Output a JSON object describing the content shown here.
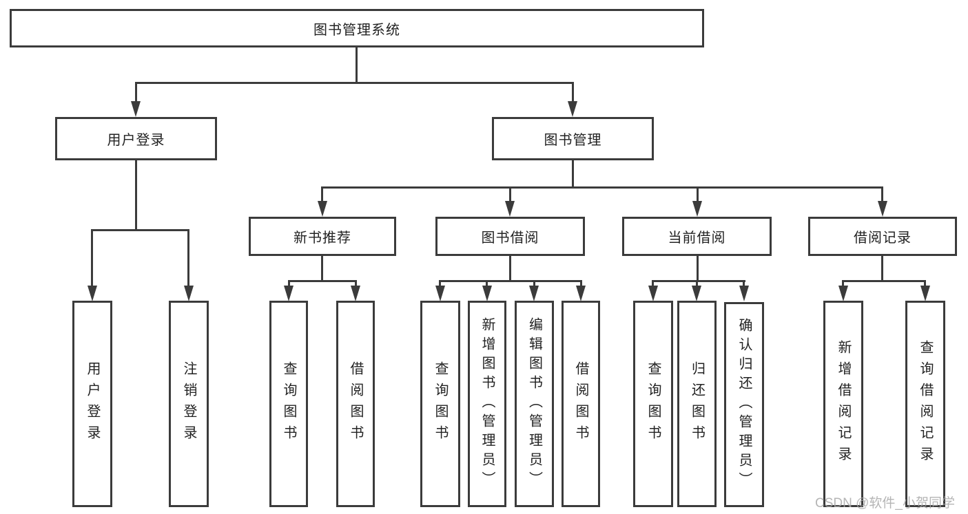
{
  "title": "图书管理系统",
  "watermark": "CSDN @软件_小贺同学",
  "colors": {
    "line": "#3b3b3b",
    "text": "#222222",
    "background": "#ffffff",
    "watermark": "#a8a8a8"
  },
  "tree": {
    "label": "图书管理系统",
    "children": [
      {
        "label": "用户登录",
        "children": [
          {
            "label": "用户登录"
          },
          {
            "label": "注销登录"
          }
        ]
      },
      {
        "label": "图书管理",
        "children": [
          {
            "label": "新书推荐",
            "children": [
              {
                "label": "查询图书"
              },
              {
                "label": "借阅图书"
              }
            ]
          },
          {
            "label": "图书借阅",
            "children": [
              {
                "label": "查询图书"
              },
              {
                "label": "新增图书（管理员）"
              },
              {
                "label": "编辑图书（管理员）"
              },
              {
                "label": "借阅图书"
              }
            ]
          },
          {
            "label": "当前借阅",
            "children": [
              {
                "label": "查询图书"
              },
              {
                "label": "归还图书"
              },
              {
                "label": "确认归还（管理员）"
              }
            ]
          },
          {
            "label": "借阅记录",
            "children": [
              {
                "label": "新增借阅记录"
              },
              {
                "label": "查询借阅记录"
              }
            ]
          }
        ]
      }
    ]
  }
}
